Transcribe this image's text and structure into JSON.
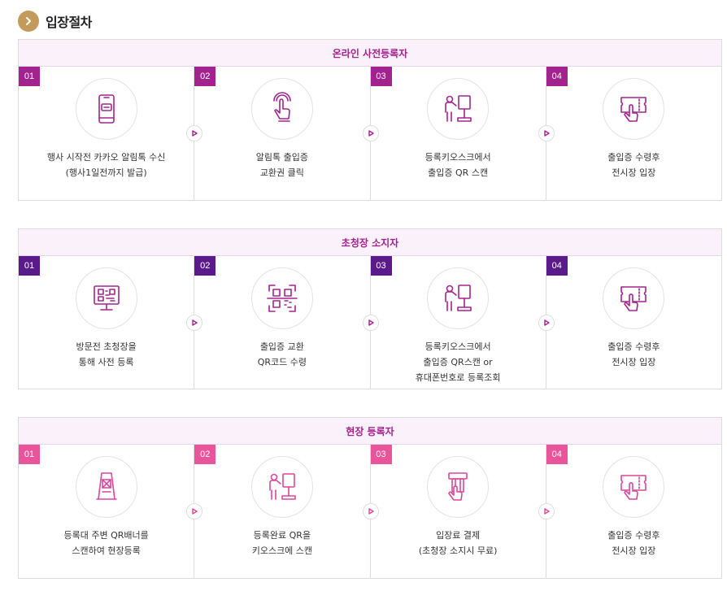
{
  "page_title": "입장절차",
  "colors": {
    "heading_badge": "#c49a5a",
    "header_text": "#a3238e",
    "header_bg": "#fbf1fb",
    "online_badge": "#a3238e",
    "invite_badge": "#5a1a8c",
    "onsite_badge": "#e8559a",
    "icon_stroke": "#a3238e",
    "onsite_icon_stroke": "#d9479b"
  },
  "sections": [
    {
      "title": "온라인 사전등록자",
      "steps": [
        {
          "num": "01",
          "icon": "smartphone-message-icon",
          "lines": [
            "행사 시작전 카카오 알림톡 수신",
            "(행사1일전까지 발급)"
          ]
        },
        {
          "num": "02",
          "icon": "touch-tap-icon",
          "lines": [
            "알림톡 출입증",
            "교환권 클릭"
          ]
        },
        {
          "num": "03",
          "icon": "kiosk-user-icon",
          "lines": [
            "등록키오스크에서",
            "출입증 QR 스캔"
          ]
        },
        {
          "num": "04",
          "icon": "ticket-hand-icon",
          "lines": [
            "출입증 수령후",
            "전시장 입장"
          ]
        }
      ]
    },
    {
      "title": "초청장 소지자",
      "steps": [
        {
          "num": "01",
          "icon": "monitor-qr-icon",
          "lines": [
            "방문전 초청장을",
            "통해 사전 등록"
          ]
        },
        {
          "num": "02",
          "icon": "qr-scan-icon",
          "lines": [
            "출입증 교환",
            "QR코드 수령"
          ]
        },
        {
          "num": "03",
          "icon": "kiosk-user-icon",
          "lines": [
            "등록키오스크에서",
            "출입증 QR스캔 or",
            "휴대폰번호로 등록조회"
          ]
        },
        {
          "num": "04",
          "icon": "ticket-hand-icon",
          "lines": [
            "출입증 수령후",
            "전시장 입장"
          ]
        }
      ]
    },
    {
      "title": "현장 등록자",
      "steps": [
        {
          "num": "01",
          "icon": "qr-banner-stand-icon",
          "lines": [
            "등록대 주변 QR배너를",
            "스캔하여 현장등록"
          ]
        },
        {
          "num": "02",
          "icon": "kiosk-user-icon",
          "lines": [
            "등록완료 QR을",
            "키오스크에 스캔"
          ]
        },
        {
          "num": "03",
          "icon": "card-payment-icon",
          "lines": [
            "입장료 결제",
            "(초청장 소지시 무료)"
          ]
        },
        {
          "num": "04",
          "icon": "ticket-hand-icon",
          "lines": [
            "출입증 수령후",
            "전시장 입장"
          ]
        }
      ]
    }
  ]
}
